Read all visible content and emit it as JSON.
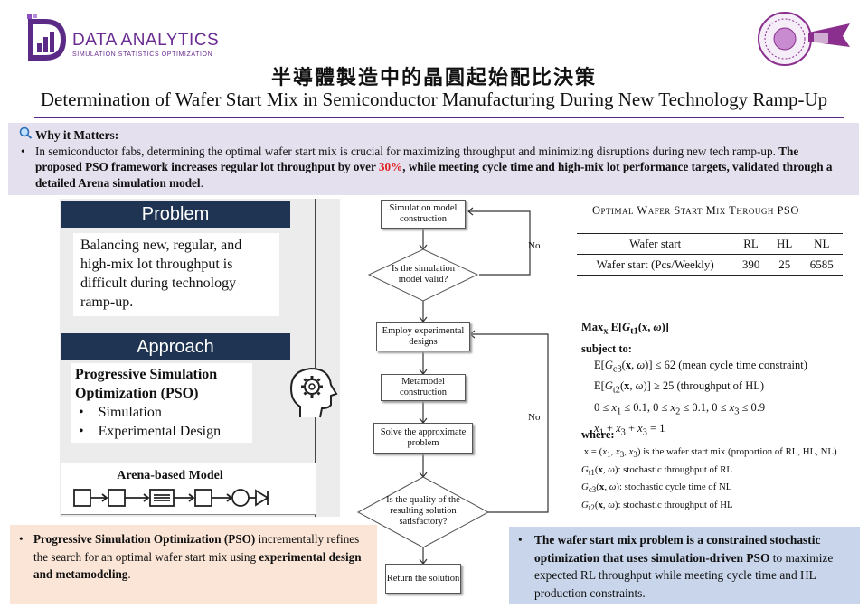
{
  "header": {
    "brand_title": "DATA ANALYTICS",
    "brand_subtitle": "SIMULATION STATISTICS OPTIMIZATION",
    "title_zh": "半導體製造中的晶圓起始配比決策",
    "title_en": "Determination of Wafer Start Mix in Semiconductor Manufacturing During New Technology Ramp-Up"
  },
  "why": {
    "heading": "Why it Matters:",
    "text_plain": "In semiconductor fabs, determining the optimal wafer start mix is crucial for maximizing throughput and minimizing disruptions during new tech ramp-up. ",
    "text_bold_pre": "The proposed PSO framework increases regular lot throughput by over ",
    "text_red": "30%",
    "text_bold_post": ", while meeting cycle time and high-mix lot performance targets, validated through a detailed Arena simulation model",
    "text_end": "."
  },
  "left_panel": {
    "problem_title": "Problem",
    "problem_text": "Balancing new, regular, and high-mix lot throughput is difficult during technology ramp-up.",
    "approach_title": "Approach",
    "approach_heading": "Progressive Simulation Optimization (PSO)",
    "approach_items": [
      "Simulation",
      "Experimental Design"
    ],
    "model_title": "Arena-based Model"
  },
  "flowchart": {
    "step1": "Simulation model construction",
    "decision1": "Is the simulation model valid?",
    "step2": "Employ experimental designs",
    "step3": "Metamodel construction",
    "step4": "Solve the approximate problem",
    "decision2": "Is the quality of the resulting solution satisfactory?",
    "step5": "Return the solution",
    "no_label_1": "No",
    "no_label_2": "No"
  },
  "table": {
    "title": "Optimal Wafer Start Mix Through PSO",
    "headers": [
      "Wafer start",
      "RL",
      "HL",
      "NL"
    ],
    "row": [
      "Wafer start (Pcs/Weekly)",
      "390",
      "25",
      "6585"
    ]
  },
  "model": {
    "objective": "Max",
    "subject_to": "subject to:",
    "c1_desc": "(mean cycle time constraint)",
    "c2_desc": "(throughput of HL)",
    "where": "where:",
    "w1_desc": "is the wafer start mix (proportion of RL, HL, NL)",
    "w2_desc": ": stochastic throughput of RL",
    "w3_desc": ": stochastic cycle time of NL",
    "w4_desc": ": stochastic throughput of HL"
  },
  "pso_box": {
    "bold_pre": "Progressive Simulation Optimization (PSO)",
    "text_mid": " incrementally refines the search for an optimal wafer start mix using ",
    "bold_post": "experimental design and metamodeling",
    "text_end": "."
  },
  "conclusion": {
    "bold": "The wafer start mix problem is a constrained stochastic optimization that uses simulation-driven PSO",
    "text": " to maximize expected RL throughput while meeting cycle time and HL production constraints."
  },
  "colors": {
    "purple": "#5b2a86",
    "navy": "#1f3452",
    "why_bg": "#e4e0ee",
    "pso_bg": "#fbe5d6",
    "conc_bg": "#c8d5ea",
    "highlight_red": "#e02020"
  }
}
